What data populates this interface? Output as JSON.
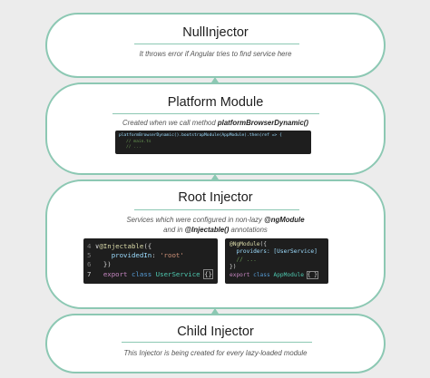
{
  "null_injector": {
    "title": "NullInjector",
    "description": "It throws error if Angular tries to find service here"
  },
  "platform_module": {
    "title": "Platform Module",
    "desc_prefix": "Created when we call method ",
    "desc_method": "platformBrowserDynamic()",
    "code_line1": "platformBrowserDynamic().bootstrapModule(AppModule).then(ref => {",
    "code_line2": "// main.ts",
    "code_line3": "// ..."
  },
  "root_injector": {
    "title": "Root Injector",
    "desc_line1_prefix": "Services which were configured in non-lazy ",
    "desc_line1_bold": "@ngModule",
    "desc_line2_prefix": "and in ",
    "desc_line2_bold": "@Injectable()",
    "desc_line2_suffix": " annotations",
    "left_code": {
      "line_numbers": [
        "4",
        "5",
        "6",
        "7"
      ],
      "fold_marker": "∨",
      "decorator": "@Injectable",
      "open": "({",
      "prop": "providedIn",
      "colon": ": ",
      "value": "'root'",
      "close": "})",
      "kw_export": "export",
      "kw_class": "class",
      "class_name": "UserService",
      "braces": "{}"
    },
    "right_code": {
      "decorator": "@NgModule",
      "open": "({",
      "prop": "providers",
      "value": ": [UserService]",
      "comment": "// ...",
      "close": "})",
      "kw_export": "export",
      "kw_class": "class",
      "class_name": "AppModule",
      "braces": "{ }"
    }
  },
  "child_injector": {
    "title": "Child Injector",
    "description": "This Injector is being created for every lazy-loaded module"
  },
  "colors": {
    "border": "#8cc8b3",
    "background": "#ececec",
    "card": "#ffffff",
    "code_bg": "#1e1e1e"
  }
}
